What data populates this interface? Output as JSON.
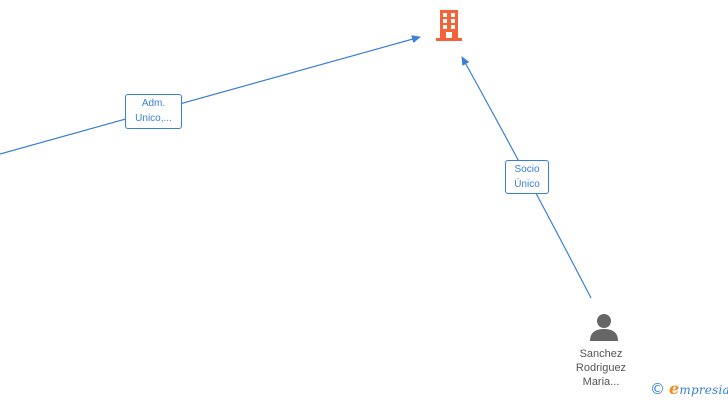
{
  "graph": {
    "edges": [
      {
        "label_lines": [
          "Adm.",
          "Unico,..."
        ],
        "color": "#3a7fd5"
      },
      {
        "label_lines": [
          "Socio",
          "Único"
        ],
        "color": "#3a7fd5"
      }
    ],
    "company_node": {
      "icon": "building-icon",
      "color": "#f4623a"
    },
    "person_node": {
      "icon": "person-icon",
      "color": "#666666",
      "name_lines": [
        "Sanchez",
        "Rodriguez",
        "Maria..."
      ]
    }
  },
  "brand": {
    "copyright_symbol": "©",
    "initial": "e",
    "name_rest": "mpresia"
  }
}
